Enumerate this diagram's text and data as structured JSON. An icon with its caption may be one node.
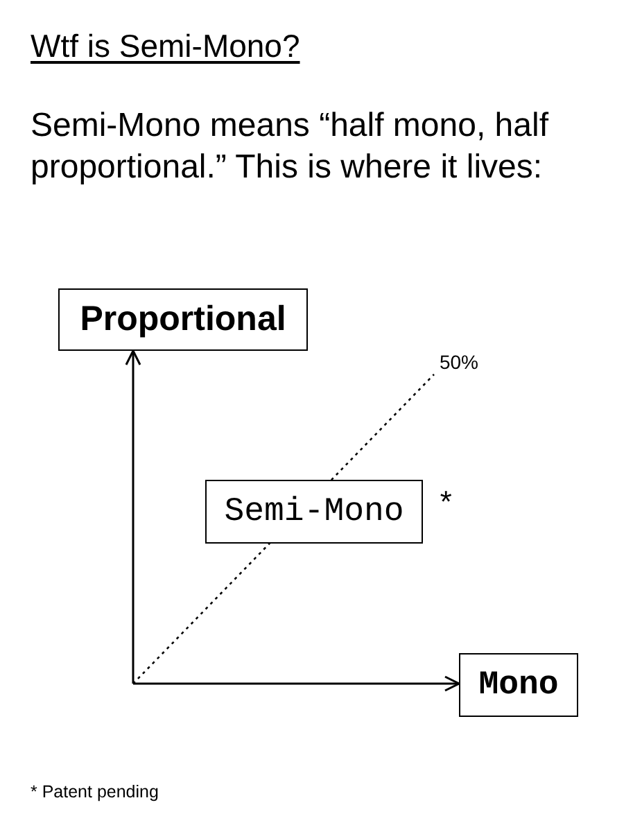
{
  "diagram": {
    "title": "Wtf is Semi-Mono?",
    "nodes": [
      {
        "text": [
          "Proportional"
        ]
      },
      {
        "text": [
          "50%"
        ]
      },
      {
        "text": [
          "Semi-Mono"
        ],
        "beside": [
          "*"
        ]
      },
      {
        "text": [
          "Mono"
        ]
      }
    ],
    "edges": [
      {
        "from": null,
        "to": 0,
        "arrow": "to"
      },
      {
        "from": null,
        "to": 3,
        "arrow": "to"
      },
      {
        "from": null,
        "to": 1,
        "arrow": "none",
        "style": "dashed"
      }
    ],
    "labels": [
      "Semi-Mono means “half mono, half proportional.” This is where it lives:",
      "* Patent pending"
    ]
  }
}
